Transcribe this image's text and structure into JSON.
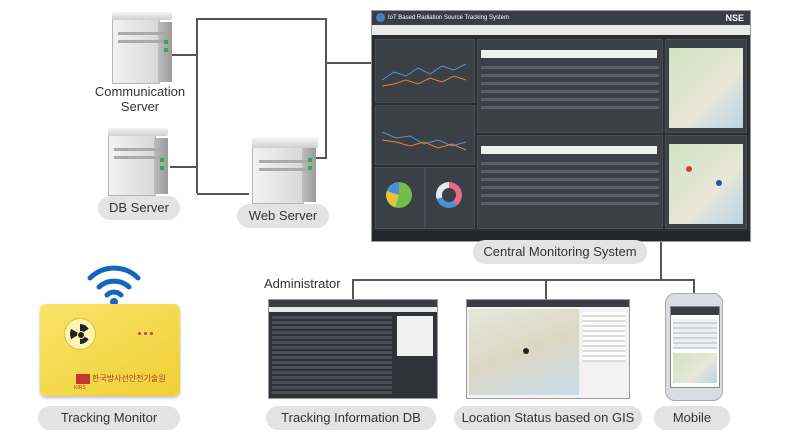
{
  "labels": {
    "communication_server": "Communication\nServer",
    "db_server": "DB Server",
    "web_server": "Web Server",
    "central_monitoring": "Central Monitoring System",
    "administrator": "Administrator",
    "tracking_monitor": "Tracking Monitor",
    "tracking_info_db": "Tracking Information DB",
    "location_status": "Location Status based on GIS",
    "mobile": "Mobile"
  },
  "cms_screen": {
    "title": "IoT Based Radiation Source Tracking System",
    "logo": "NSE"
  },
  "device": {
    "korean_text": "한국방사선안전기술원",
    "brand": "KIRS"
  },
  "colors": {
    "pill_bg": "#e3e3e3",
    "line": "#555555",
    "device_body": "#f4d94a",
    "wifi": "#1565c0",
    "radiation_symbol": "#222222"
  }
}
